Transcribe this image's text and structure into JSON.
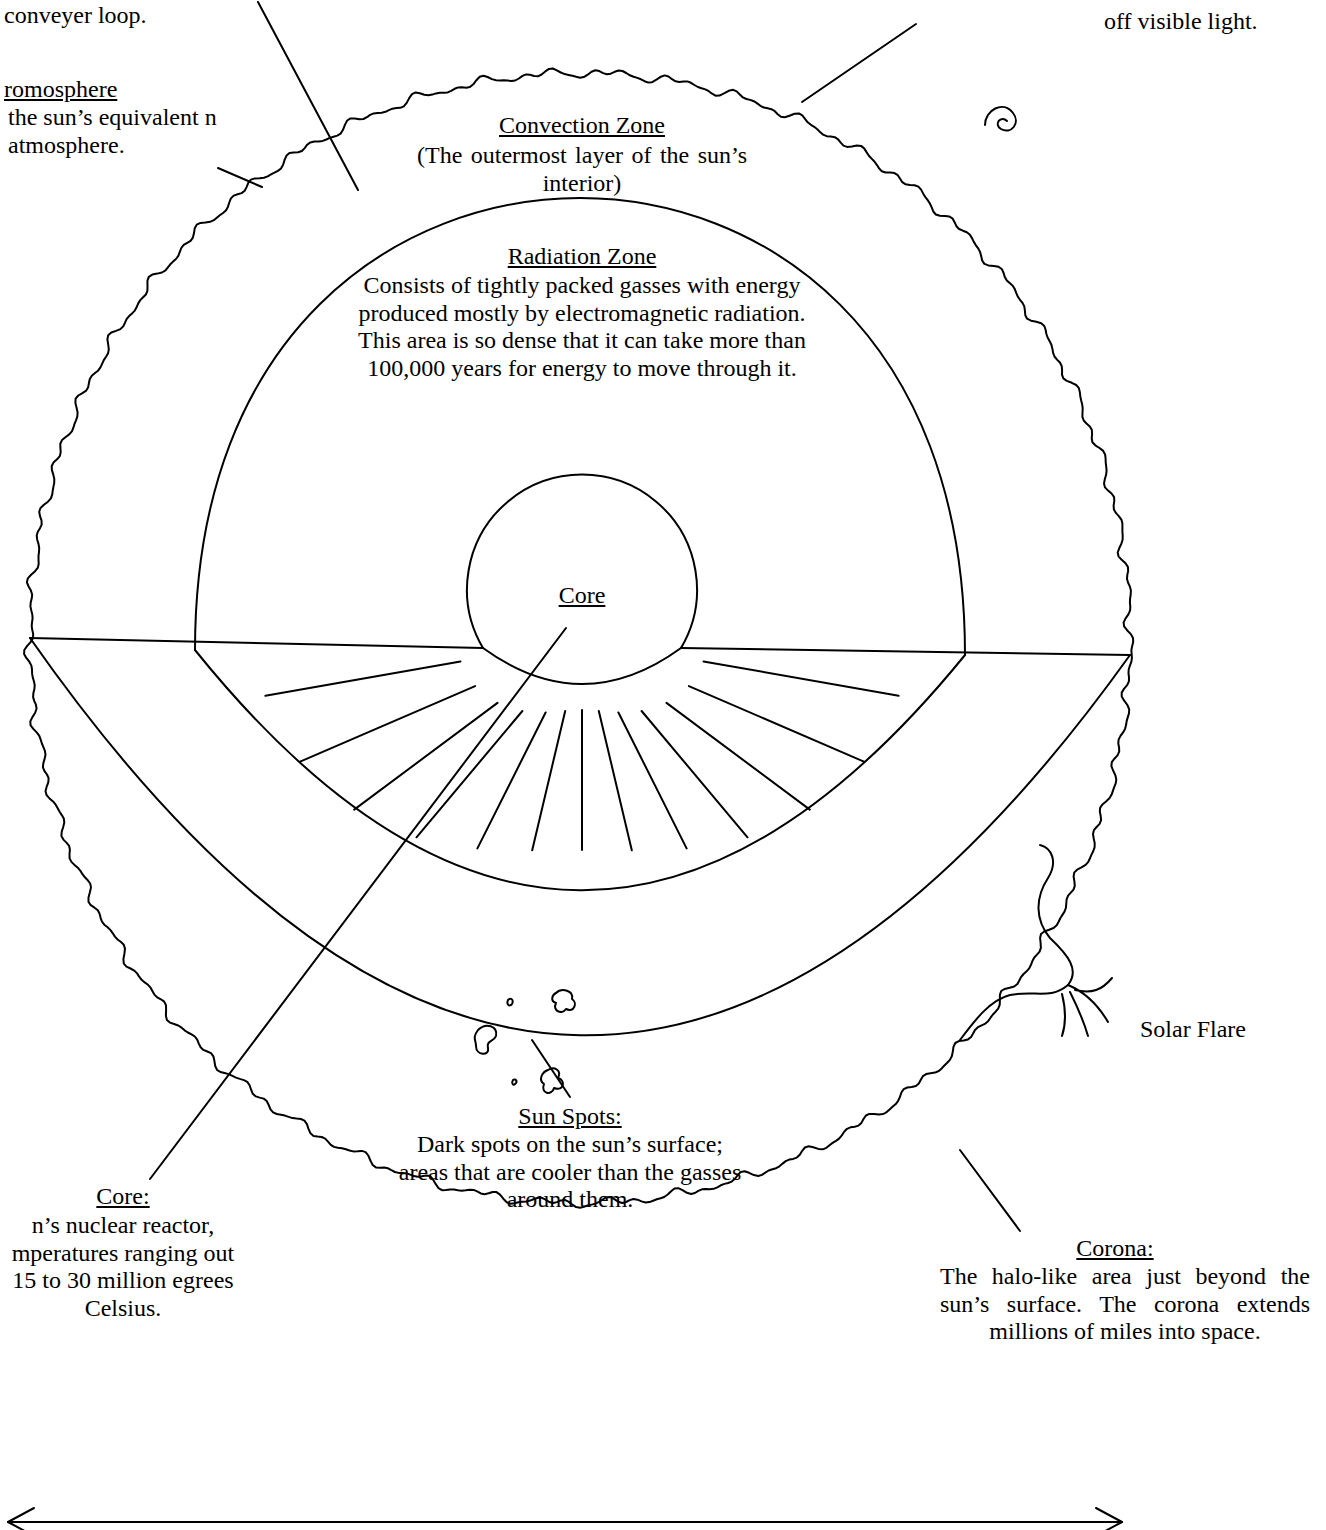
{
  "diagram": {
    "nodes": [
      {
        "text": [
          "Convection Zone",
          "(The outermost layer of the sun’s interior)"
        ]
      },
      {
        "text": [
          "Radiation Zone",
          "Consists of tightly packed gasses with energy produced mostly by electromagnetic radiation. This area is so dense that it can take more than 100,000 years for energy to move through it."
        ],
        "in": 0
      },
      {
        "text": [
          "Core"
        ],
        "in": 1
      }
    ],
    "labels": [
      "conveyer loop.",
      "romosphere",
      "the sun’s equivalent n atmosphere.",
      "off visible light.",
      "Core:",
      "n’s nuclear reactor, mperatures ranging out 15 to 30 million egrees Celsius.",
      "Sun Spots:",
      "Dark spots on the sun’s surface; areas that are cooler than the gasses around them.",
      "Corona:",
      "The halo-like area just beyond the sun’s surface. The corona extends millions of miles into space.",
      "Solar Flare"
    ]
  }
}
